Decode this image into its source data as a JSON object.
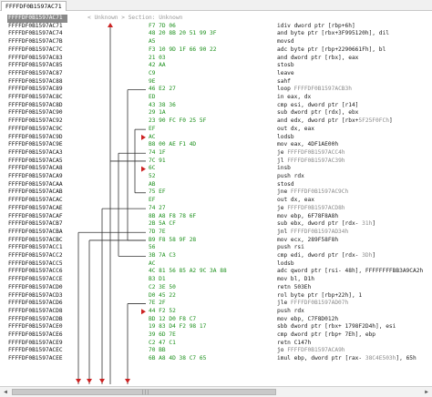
{
  "window": {
    "tab_title": "FFFFDF0B1597AC71"
  },
  "section_info": "< Unknown > Section: Unknown",
  "rows": [
    {
      "addr": "FFFFDF0B1597AC71",
      "bytes": "",
      "ins": ""
    },
    {
      "addr": "FFFFDF0B1597AC71",
      "bytes": "F7 7D 06",
      "ins": "idiv dword ptr [rbp+6h]"
    },
    {
      "addr": "FFFFDF0B1597AC74",
      "bytes": "48 20 8B 20 51 99 3F",
      "ins": "and byte ptr [rbx+3F995120h], dil"
    },
    {
      "addr": "FFFFDF0B1597AC7B",
      "bytes": "A5",
      "ins": "movsd"
    },
    {
      "addr": "FFFFDF0B1597AC7C",
      "bytes": "F3 10 9D 1F 66 90 22",
      "ins": "adc byte ptr [rbp+2290661Fh], bl"
    },
    {
      "addr": "FFFFDF0B1597AC83",
      "bytes": "21 03",
      "ins": "and dword ptr [rbx], eax"
    },
    {
      "addr": "FFFFDF0B1597AC85",
      "bytes": "42 AA",
      "ins": "stosb"
    },
    {
      "addr": "FFFFDF0B1597AC87",
      "bytes": "C9",
      "ins": "leave"
    },
    {
      "addr": "FFFFDF0B1597AC88",
      "bytes": "9E",
      "ins": "sahf"
    },
    {
      "addr": "FFFFDF0B1597AC89",
      "bytes": "46 E2 27",
      "ins": "loop ",
      "ref": "FFFFDF0B1597ACB3h"
    },
    {
      "addr": "FFFFDF0B1597AC8C",
      "bytes": "ED",
      "ins": "in eax, dx"
    },
    {
      "addr": "FFFFDF0B1597AC8D",
      "bytes": "43 38 36",
      "ins": "cmp esi, dword ptr [r14]"
    },
    {
      "addr": "FFFFDF0B1597AC90",
      "bytes": "29 1A",
      "ins": "sub dword ptr [rdx], ebx"
    },
    {
      "addr": "FFFFDF0B1597AC92",
      "bytes": "23 90 FC F0 25 5F",
      "ins": "and edx, dword ptr [rbx+",
      "ref": "5F25F0FCh",
      "tail": "]"
    },
    {
      "addr": "FFFFDF0B1597AC9C",
      "bytes": "EF",
      "ins": "out dx, eax"
    },
    {
      "addr": "FFFFDF0B1597AC9D",
      "bytes": "AC",
      "ins": "lodsb"
    },
    {
      "addr": "FFFFDF0B1597AC9E",
      "bytes": "B8 00 AE F1 4D",
      "ins": "mov eax, 4DF1AE00h"
    },
    {
      "addr": "FFFFDF0B1597ACA3",
      "bytes": "74 1F",
      "ins": "je ",
      "ref": "FFFFDF0B1597ACC4h"
    },
    {
      "addr": "FFFFDF0B1597ACA5",
      "bytes": "7C 91",
      "ins": "jl ",
      "ref": "FFFFDF0B1597AC39h"
    },
    {
      "addr": "FFFFDF0B1597ACA8",
      "bytes": "6C",
      "ins": "insb"
    },
    {
      "addr": "FFFFDF0B1597ACA9",
      "bytes": "52",
      "ins": "push rdx"
    },
    {
      "addr": "FFFFDF0B1597ACAA",
      "bytes": "AB",
      "ins": "stosd"
    },
    {
      "addr": "FFFFDF0B1597ACAB",
      "bytes": "75 EF",
      "ins": "jne ",
      "ref": "FFFFDF0B1597AC9Ch"
    },
    {
      "addr": "FFFFDF0B1597ACAC",
      "bytes": "EF",
      "ins": "out dx, eax"
    },
    {
      "addr": "FFFFDF0B1597ACAE",
      "bytes": "74 27",
      "ins": "je ",
      "ref": "FFFFDF0B1597ACD8h"
    },
    {
      "addr": "FFFFDF0B1597ACAF",
      "bytes": "8B A8 F8 78 6F",
      "ins": "mov ebp, 6F78F8A8h"
    },
    {
      "addr": "FFFFDF0B1597ACB7",
      "bytes": "2B 5A CF",
      "ins": "sub ebx, dword ptr [rdx- ",
      "ref": "31h",
      "tail": "]"
    },
    {
      "addr": "FFFFDF0B1597ACBA",
      "bytes": "7D 7E",
      "ins": "jnl ",
      "ref": "FFFFDF0B1597AD34h"
    },
    {
      "addr": "FFFFDF0B1597ACBC",
      "bytes": "B9 F8 58 9F 28",
      "ins": "mov ecx, 289F58F8h"
    },
    {
      "addr": "FFFFDF0B1597ACC1",
      "bytes": "56",
      "ins": "push rsi"
    },
    {
      "addr": "FFFFDF0B1597ACC2",
      "bytes": "3B 7A C3",
      "ins": "cmp edi, dword ptr [rdx- ",
      "ref": "3Dh",
      "tail": "]"
    },
    {
      "addr": "FFFFDF0B1597ACC5",
      "bytes": "AC",
      "ins": "lodsb"
    },
    {
      "addr": "FFFFDF0B1597ACC6",
      "bytes": "4C 81 56 85 A2 9C 3A 88",
      "ins": "adc qword ptr [rsi- 48h], FFFFFFFFBB3A9CA2h"
    },
    {
      "addr": "FFFFDF0B1597ACCE",
      "bytes": "B3 D1",
      "ins": "mov bl, D1h"
    },
    {
      "addr": "FFFFDF0B1597ACD0",
      "bytes": "C2 3E 50",
      "ins": "retn 503Eh"
    },
    {
      "addr": "FFFFDF0B1597ACD3",
      "bytes": "D0 45 22",
      "ins": "rol byte ptr [rbp+22h], 1"
    },
    {
      "addr": "FFFFDF0B1597ACD6",
      "bytes": "7E 2F",
      "ins": "jle ",
      "ref": "FFFFDF0B1597AD07h"
    },
    {
      "addr": "FFFFDF0B1597ACD8",
      "bytes": "44 F2 52",
      "ins": "push rdx"
    },
    {
      "addr": "FFFFDF0B1597ACDB",
      "bytes": "BD 12 D0 F8 C7",
      "ins": "mov ebp, C7F8D012h"
    },
    {
      "addr": "FFFFDF0B1597ACE0",
      "bytes": "19 83 D4 F2 98 17",
      "ins": "sbb dword ptr [rbx+ 1798F2D4h], esi"
    },
    {
      "addr": "FFFFDF0B1597ACE6",
      "bytes": "39 6D 7E",
      "ins": "cmp dword ptr [rbp+ 7Eh], ebp"
    },
    {
      "addr": "FFFFDF0B1597ACE9",
      "bytes": "C2 47 C1",
      "ins": "retn C147h"
    },
    {
      "addr": "FFFFDF0B1597ACEC",
      "bytes": "70 BB",
      "ins": "jo ",
      "ref": "FFFFDF0B1597ACA9h"
    },
    {
      "addr": "FFFFDF0B1597ACEE",
      "bytes": "6B A8 4D 38 C7 65",
      "ins": "imul ebp, dword ptr [rax- ",
      "ref": "38C4E503h",
      "tail": "], 65h"
    }
  ],
  "colors": {
    "bytes": "#1a8f1a",
    "arrow": "#cc2222",
    "selection": "#8a8a8a",
    "line": "#333333"
  }
}
